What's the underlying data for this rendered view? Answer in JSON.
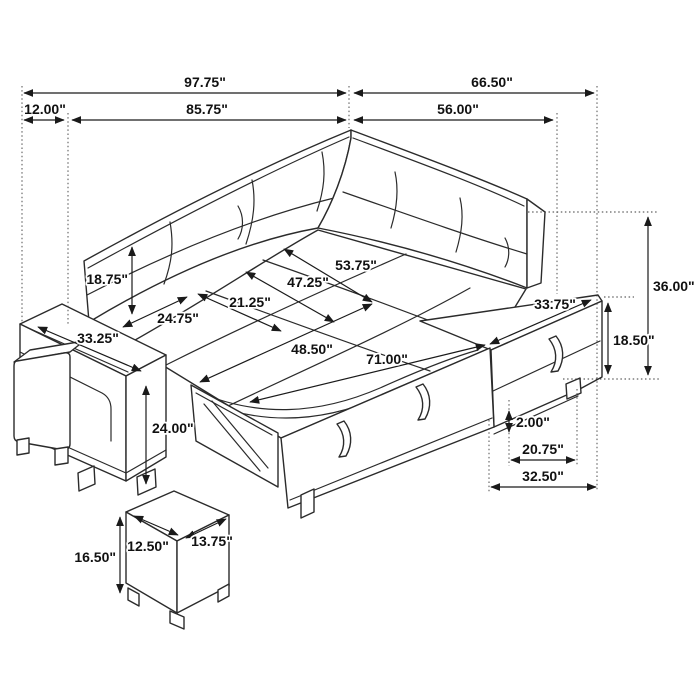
{
  "diagram_type": "furniture-dimension-line-drawing",
  "line_color": "#2b2b2b",
  "background_color": "#ffffff",
  "unit_mark": "\"",
  "dims": {
    "overall_width": "97.75\"",
    "arm_width": "12.00\"",
    "seat_width": "85.75\"",
    "overall_depth": "66.50\"",
    "chaise_depth": "56.00\"",
    "back_cushion_height": "18.75\"",
    "armrest_length": "33.25\"",
    "arm_height": "24.00\"",
    "seat_depth_a": "24.75\"",
    "seat_depth_b": "21.25\"",
    "bed_width_a": "47.25\"",
    "bed_width_b": "53.75\"",
    "bed_length_a": "48.50\"",
    "bed_length_b": "71.00\"",
    "chaise_seat_width": "33.75\"",
    "overall_height": "36.00\"",
    "seat_height": "18.50\"",
    "rail_height": "2.00\"",
    "storage_width": "20.75\"",
    "chaise_base_width": "32.50\"",
    "ottoman_height": "16.50\"",
    "ottoman_width": "12.50\"",
    "ottoman_depth": "13.75\""
  }
}
